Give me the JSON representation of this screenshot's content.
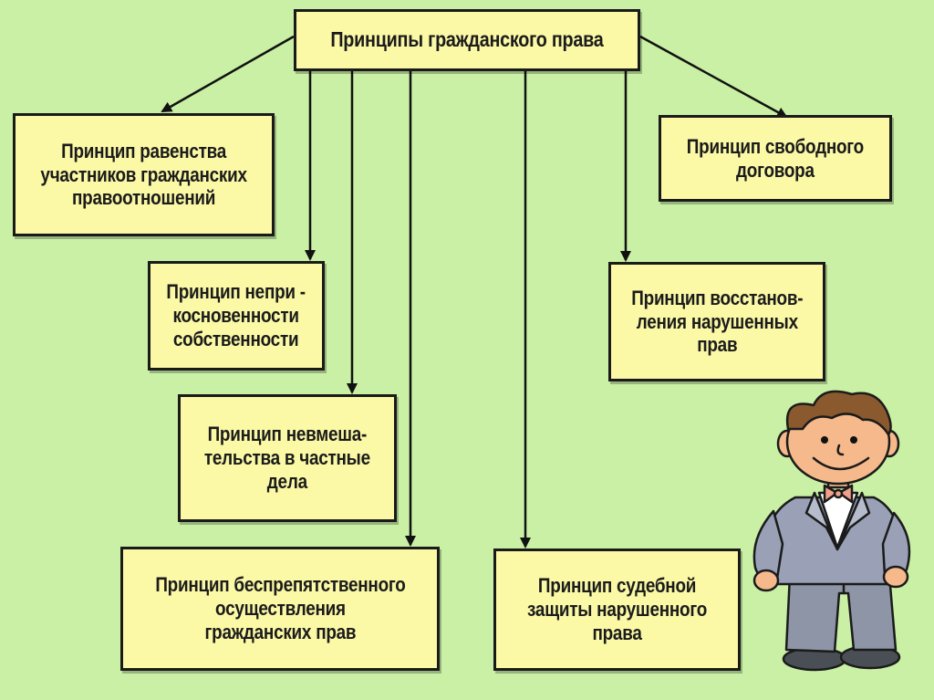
{
  "diagram": {
    "root": "Принципы гражданского права",
    "principles": [
      {
        "id": "equality",
        "text": "Принцип равенства\nучастников гражданских\nправоотношений"
      },
      {
        "id": "free-contract",
        "text": "Принцип свободного\nдоговора"
      },
      {
        "id": "inviolability",
        "text": "Принцип непри -\nкосновенности\nсобственности"
      },
      {
        "id": "restoration",
        "text": "Принцип восстанов-\nления нарушенных\nправ"
      },
      {
        "id": "non-interference",
        "text": "Принцип невмеша-\nтельства в частные\nдела"
      },
      {
        "id": "unhindered",
        "text": "Принцип беспрепятственного\nосуществления\nгражданских прав"
      },
      {
        "id": "judicial",
        "text": "Принцип судебной\nзащиты нарушенного\nправа"
      }
    ]
  },
  "colors": {
    "background": "#c9f0a4",
    "box_fill": "#fbf9a6",
    "border": "#1a1a1a"
  },
  "illustration": {
    "name": "cartoon-boy-in-suit"
  }
}
